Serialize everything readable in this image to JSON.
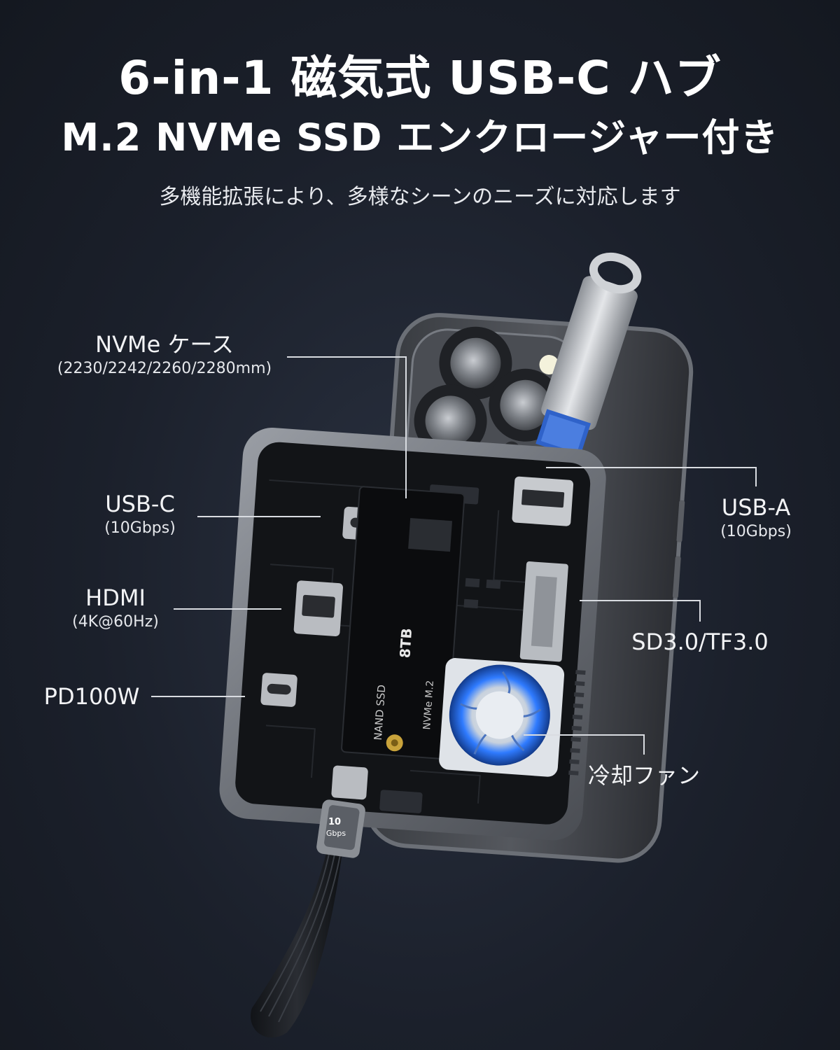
{
  "header": {
    "title": "6-in-1 磁気式 USB-C ハブ",
    "subtitle_main": "M.2 NVMe SSD エンクロージャー付き",
    "tagline": "多機能拡張により、多様なシーンのニーズに対応します"
  },
  "callouts": {
    "nvme": {
      "label": "NVMe ケース",
      "detail": "(2230/2242/2260/2280mm)"
    },
    "usbc": {
      "label": "USB-C",
      "detail": "(10Gbps)"
    },
    "hdmi": {
      "label": "HDMI",
      "detail": "(4K@60Hz)"
    },
    "pd": {
      "label": "PD100W"
    },
    "usba": {
      "label": "USB-A",
      "detail": "(10Gbps)"
    },
    "sd": {
      "label": "SD3.0/TF3.0"
    },
    "fan": {
      "label": "冷却ファン"
    }
  },
  "product": {
    "ssd_capacity": "8TB",
    "ssd_brand": "NAND SSD",
    "ssd_type": "NVMe M.2",
    "cable_speed_value": "10",
    "cable_speed_unit": "Gbps"
  },
  "colors": {
    "background": "#1b202b",
    "fan_glow": "#2f7bff",
    "text": "#ffffff"
  }
}
